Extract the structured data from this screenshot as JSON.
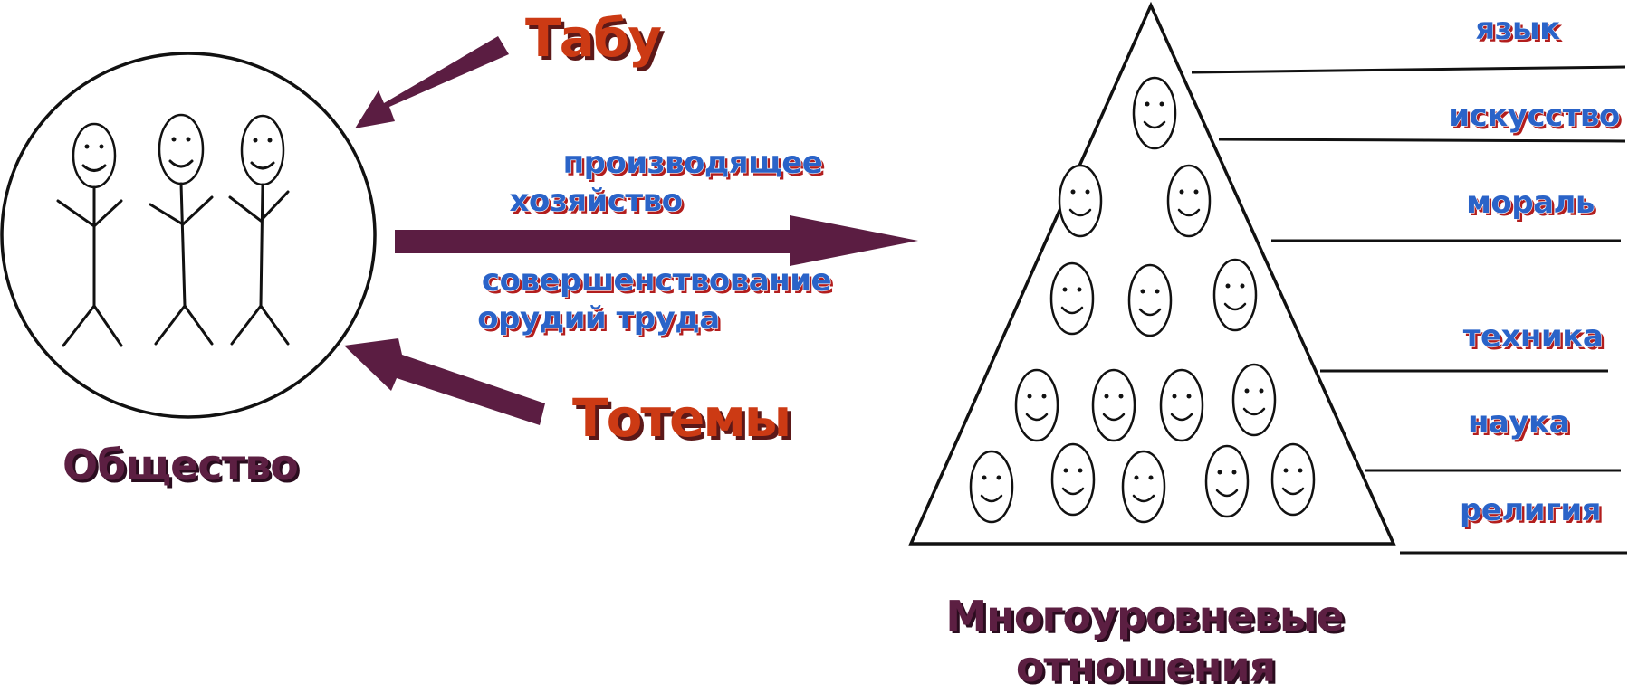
{
  "left": {
    "society_label": "Общество",
    "taboo_label": "Табу",
    "totems_label": "Тотемы"
  },
  "middle": {
    "top_line1": "производящее",
    "top_line2": "хозяйство",
    "bottom_line1": "совершенствование",
    "bottom_line2": "орудий труда"
  },
  "right": {
    "title_line1": "Многоуровневые",
    "title_line2": "отношения",
    "levels": [
      "язык",
      "искусство",
      "мораль",
      "техника",
      "наука",
      "религия"
    ]
  },
  "colors": {
    "arrow": "#5b1d42",
    "blue_text": "#2a63c8",
    "red_text": "#cc3a14",
    "maroon_text": "#5c1f42"
  }
}
